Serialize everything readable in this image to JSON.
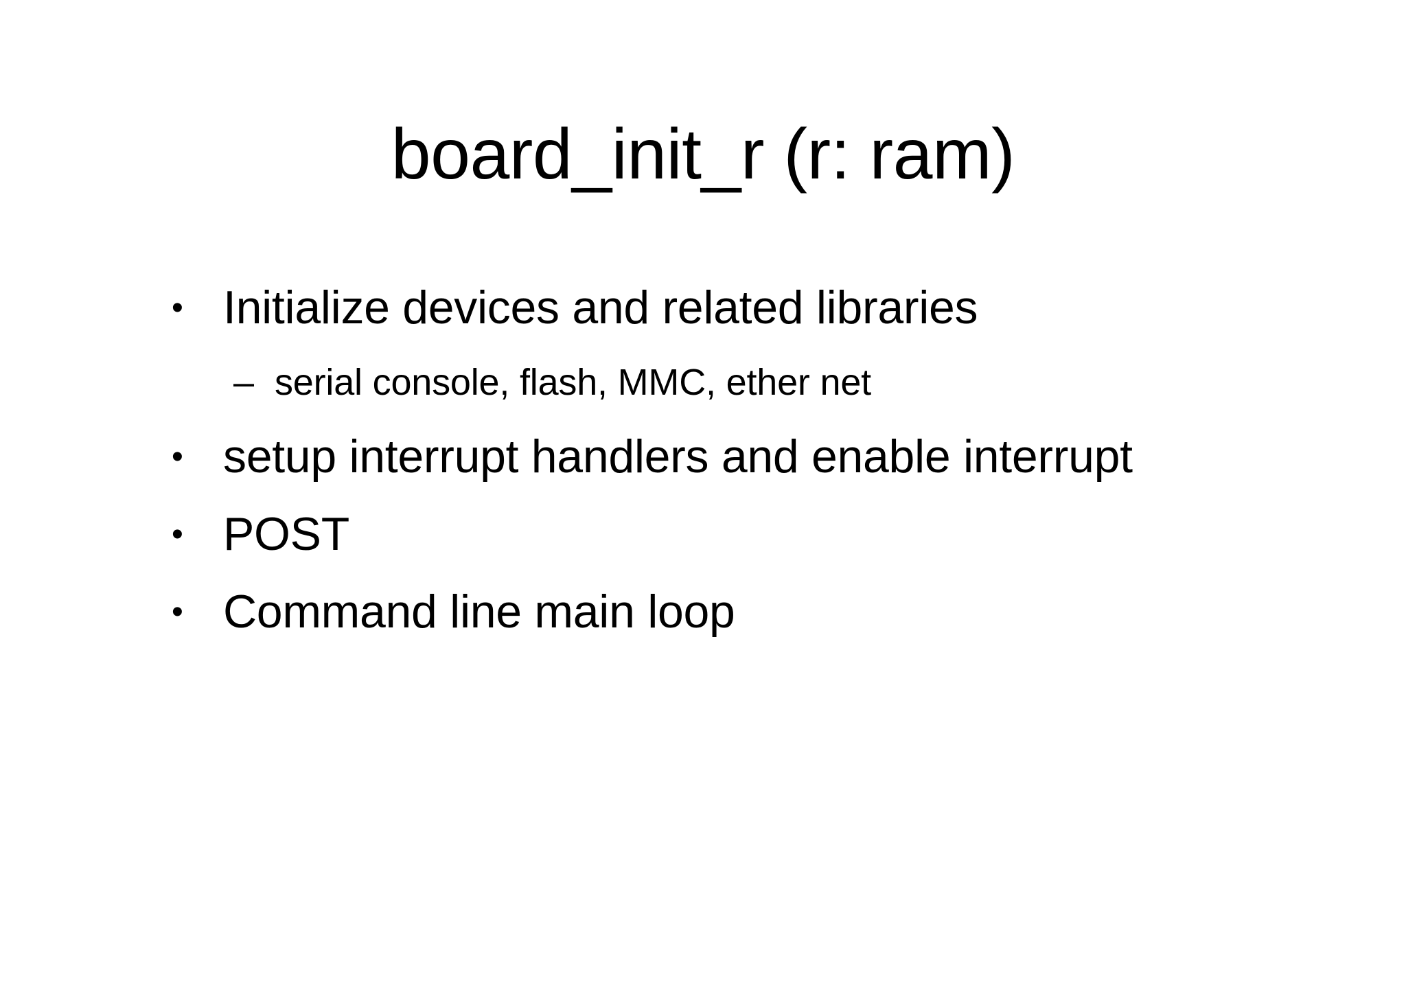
{
  "slide": {
    "background_color": "#ffffff",
    "text_color": "#000000",
    "title": "board_init_r (r: ram)",
    "bullets": [
      {
        "level": 1,
        "marker": "•",
        "marker_name": "round-bullet",
        "text": "Initialize devices and related libraries"
      },
      {
        "level": 2,
        "marker": "–",
        "marker_name": "dash-bullet",
        "text": "serial console, flash, MMC, ether net"
      },
      {
        "level": 1,
        "marker": "•",
        "marker_name": "round-bullet",
        "text": "setup interrupt handlers and enable interrupt"
      },
      {
        "level": 1,
        "marker": "•",
        "marker_name": "round-bullet",
        "text": "POST"
      },
      {
        "level": 1,
        "marker": "•",
        "marker_name": "round-bullet",
        "text": "Command line main loop"
      }
    ]
  }
}
